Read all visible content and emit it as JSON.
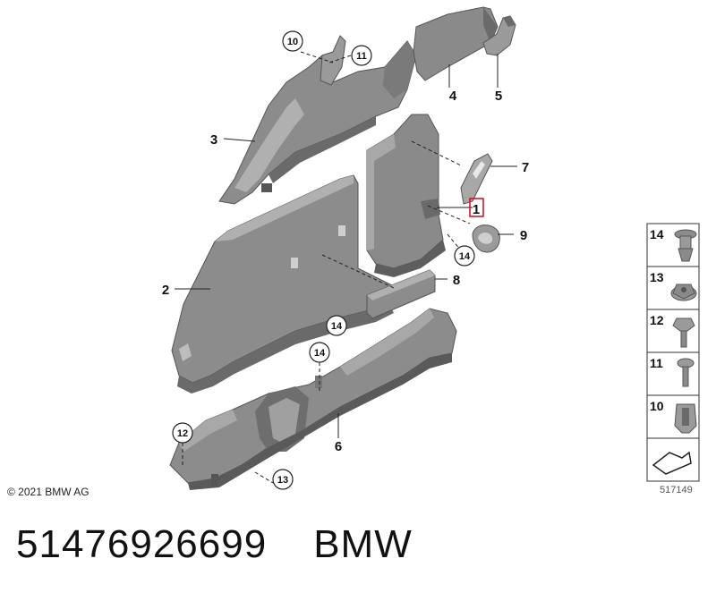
{
  "diagram": {
    "callouts": [
      {
        "id": "part-1",
        "label": "1"
      },
      {
        "id": "part-2",
        "label": "2"
      },
      {
        "id": "part-3",
        "label": "3"
      },
      {
        "id": "part-4",
        "label": "4"
      },
      {
        "id": "part-5",
        "label": "5"
      },
      {
        "id": "part-6",
        "label": "6"
      },
      {
        "id": "part-7",
        "label": "7"
      },
      {
        "id": "part-8",
        "label": "8"
      },
      {
        "id": "part-9",
        "label": "9"
      }
    ],
    "circled_callouts": {
      "c10": "10",
      "c11": "11",
      "c12": "12",
      "c13": "13",
      "c14a": "14",
      "c14b": "14",
      "c14c": "14"
    },
    "highlighted_part": "1",
    "fastener_panel": {
      "items": [
        "14",
        "13",
        "12",
        "11",
        "10"
      ]
    },
    "copyright": "© 2021 BMW AG",
    "diagram_number": "517149"
  },
  "caption": {
    "part_number": "51476926699",
    "brand": "BMW"
  },
  "colors": {
    "part_fill": "#8c8c8c",
    "part_dark": "#5e5e5e",
    "part_light": "#b4b4b4",
    "highlight": "#e0001b",
    "line": "#222222"
  }
}
